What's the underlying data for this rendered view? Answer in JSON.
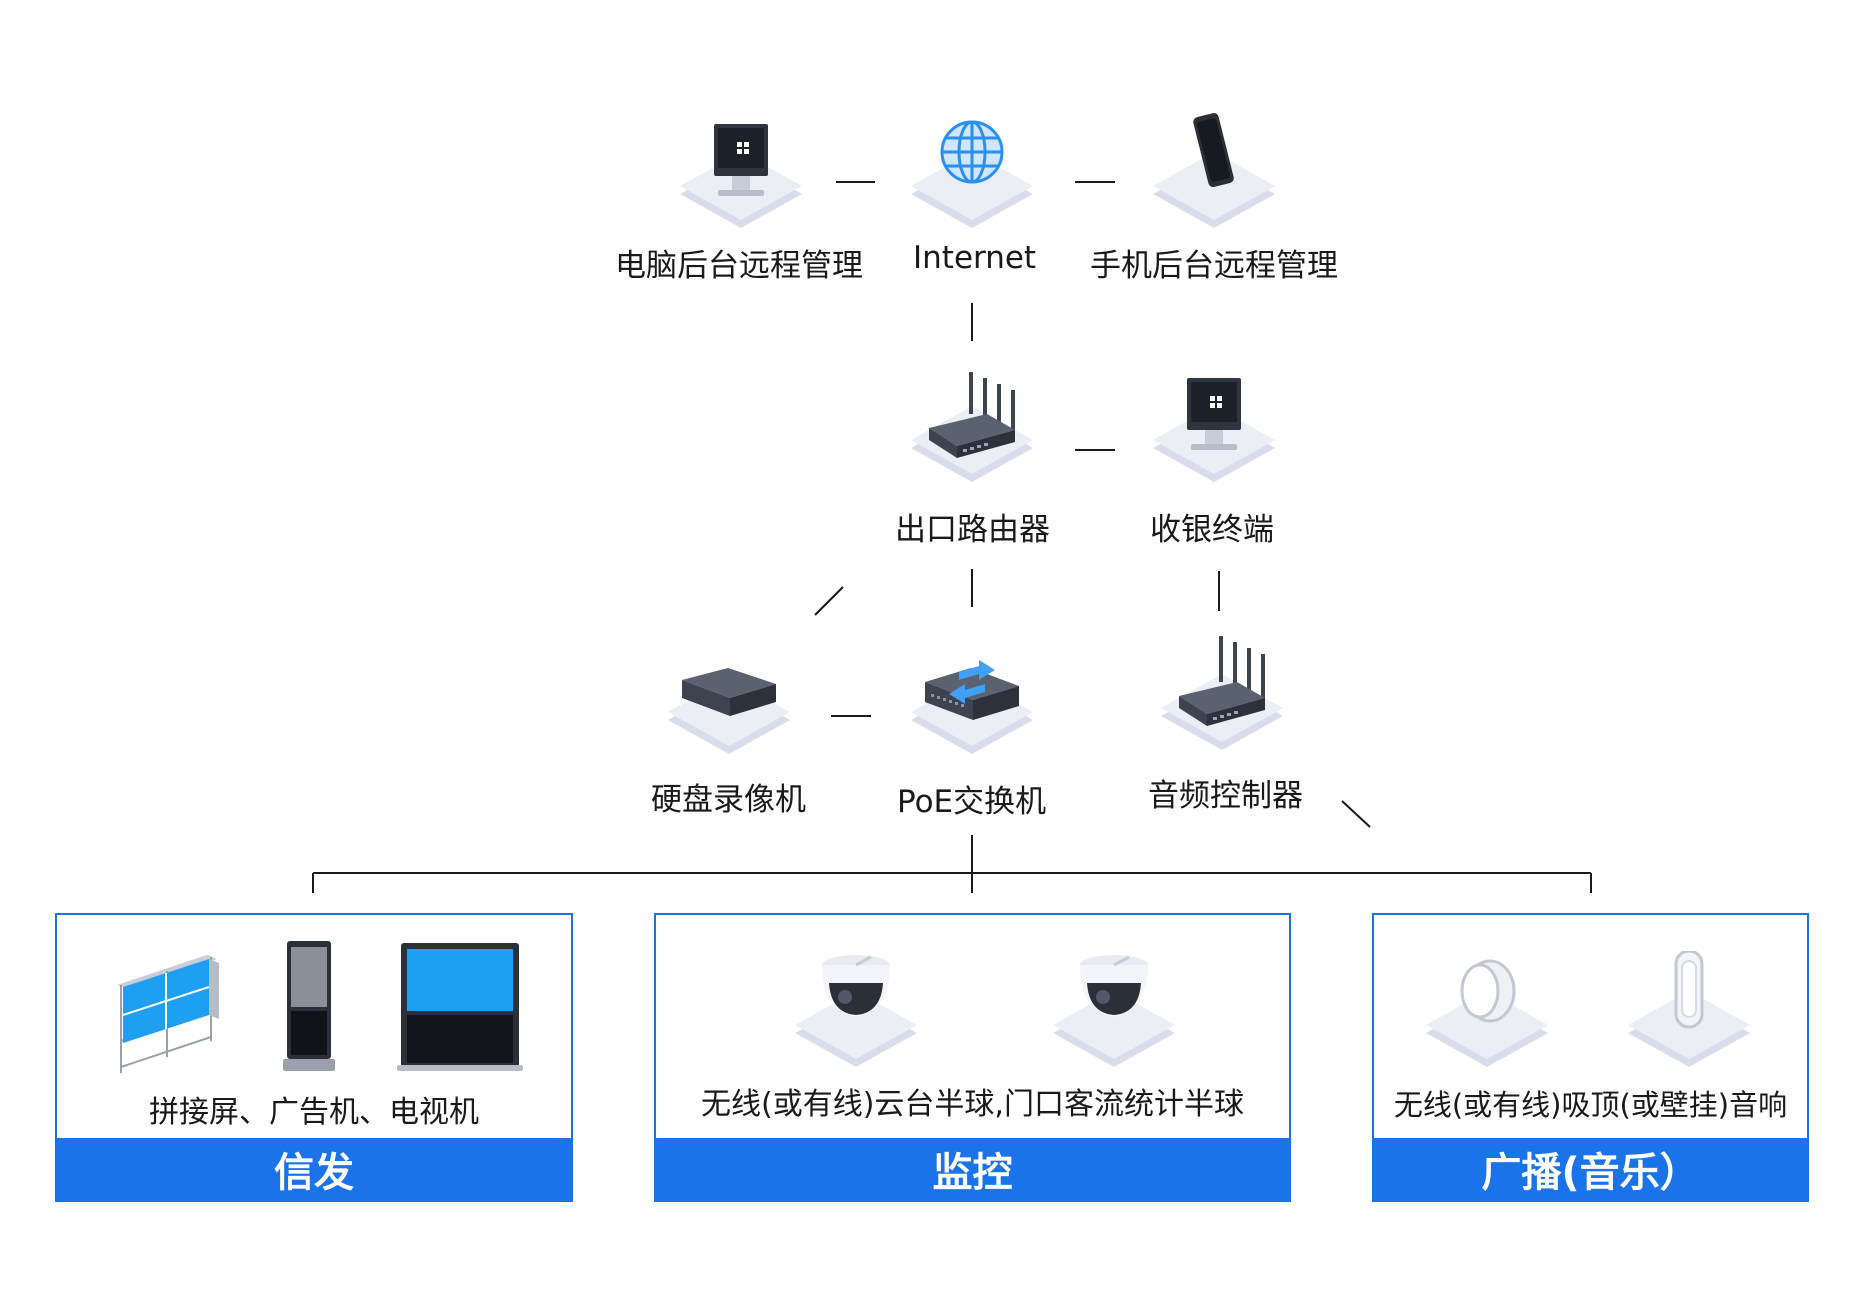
{
  "nodes": {
    "pc_remote": {
      "label": "电脑后台远程管理",
      "icon": "monitor-icon"
    },
    "internet": {
      "label": "Internet",
      "icon": "globe-icon"
    },
    "mobile_remote": {
      "label": "手机后台远程管理",
      "icon": "smartphone-icon"
    },
    "router": {
      "label": "出口路由器",
      "icon": "router-icon"
    },
    "pos_terminal": {
      "label": "收银终端",
      "icon": "monitor-icon"
    },
    "nvr": {
      "label": "硬盘录像机",
      "icon": "nvr-icon"
    },
    "poe_switch": {
      "label": "PoE交换机",
      "icon": "switch-icon"
    },
    "audio_controller": {
      "label": "音频控制器",
      "icon": "router-icon"
    }
  },
  "sections": [
    {
      "key": "signage",
      "title": "信发",
      "caption": "拼接屏、广告机、电视机",
      "icons": [
        "video-wall-icon",
        "kiosk-icon",
        "tv-icon"
      ]
    },
    {
      "key": "surveillance",
      "title": "监控",
      "caption": "无线(或有线)云台半球,门口客流统计半球",
      "icons": [
        "dome-camera-icon",
        "dome-camera-icon"
      ]
    },
    {
      "key": "broadcast",
      "title": "广播(音乐）",
      "caption": "无线(或有线)吸顶(或壁挂)音响",
      "icons": [
        "ceiling-speaker-icon",
        "column-speaker-icon"
      ]
    }
  ],
  "colors": {
    "accent": "#1a73e8",
    "line": "#1a1a1a",
    "platform_top": "#eceef6",
    "platform_side": "#d9dceb",
    "device_dark": "#3d4450",
    "screen_blue": "#1e9ff2"
  }
}
